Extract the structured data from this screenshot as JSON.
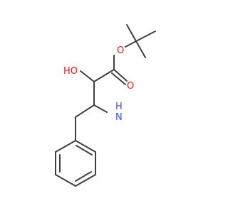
{
  "molecule": {
    "atom_labels": {
      "hydroxyl": "HO",
      "ester_oxygen": "O",
      "carbonyl_oxygen": "O",
      "amine_n": "N",
      "amine_h": "H"
    },
    "colors": {
      "bond": "#404040",
      "oxygen": "#ff0d0d",
      "nitrogen": "#3050f8"
    }
  }
}
